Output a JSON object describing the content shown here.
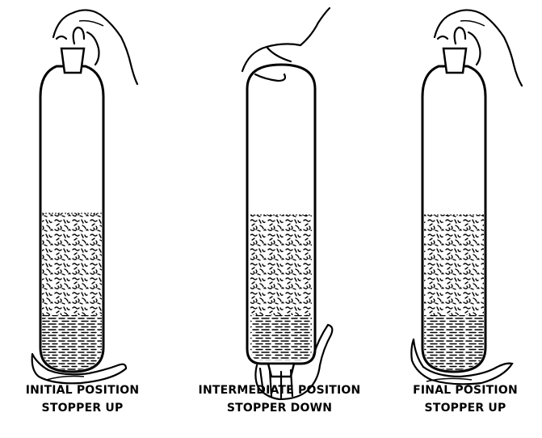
{
  "figure": {
    "panels": [
      {
        "id": "initial",
        "line1": "INITIAL POSITION",
        "line2": "STOPPER UP",
        "stopper": "up"
      },
      {
        "id": "intermediate",
        "line1": "INTERMEDIATE POSITION",
        "line2": "STOPPER DOWN",
        "stopper": "down"
      },
      {
        "id": "final",
        "line1": "FINAL POSITION",
        "line2": "STOPPER UP",
        "stopper": "up"
      }
    ],
    "colors": {
      "ink": "#000000",
      "background": "#ffffff"
    }
  }
}
